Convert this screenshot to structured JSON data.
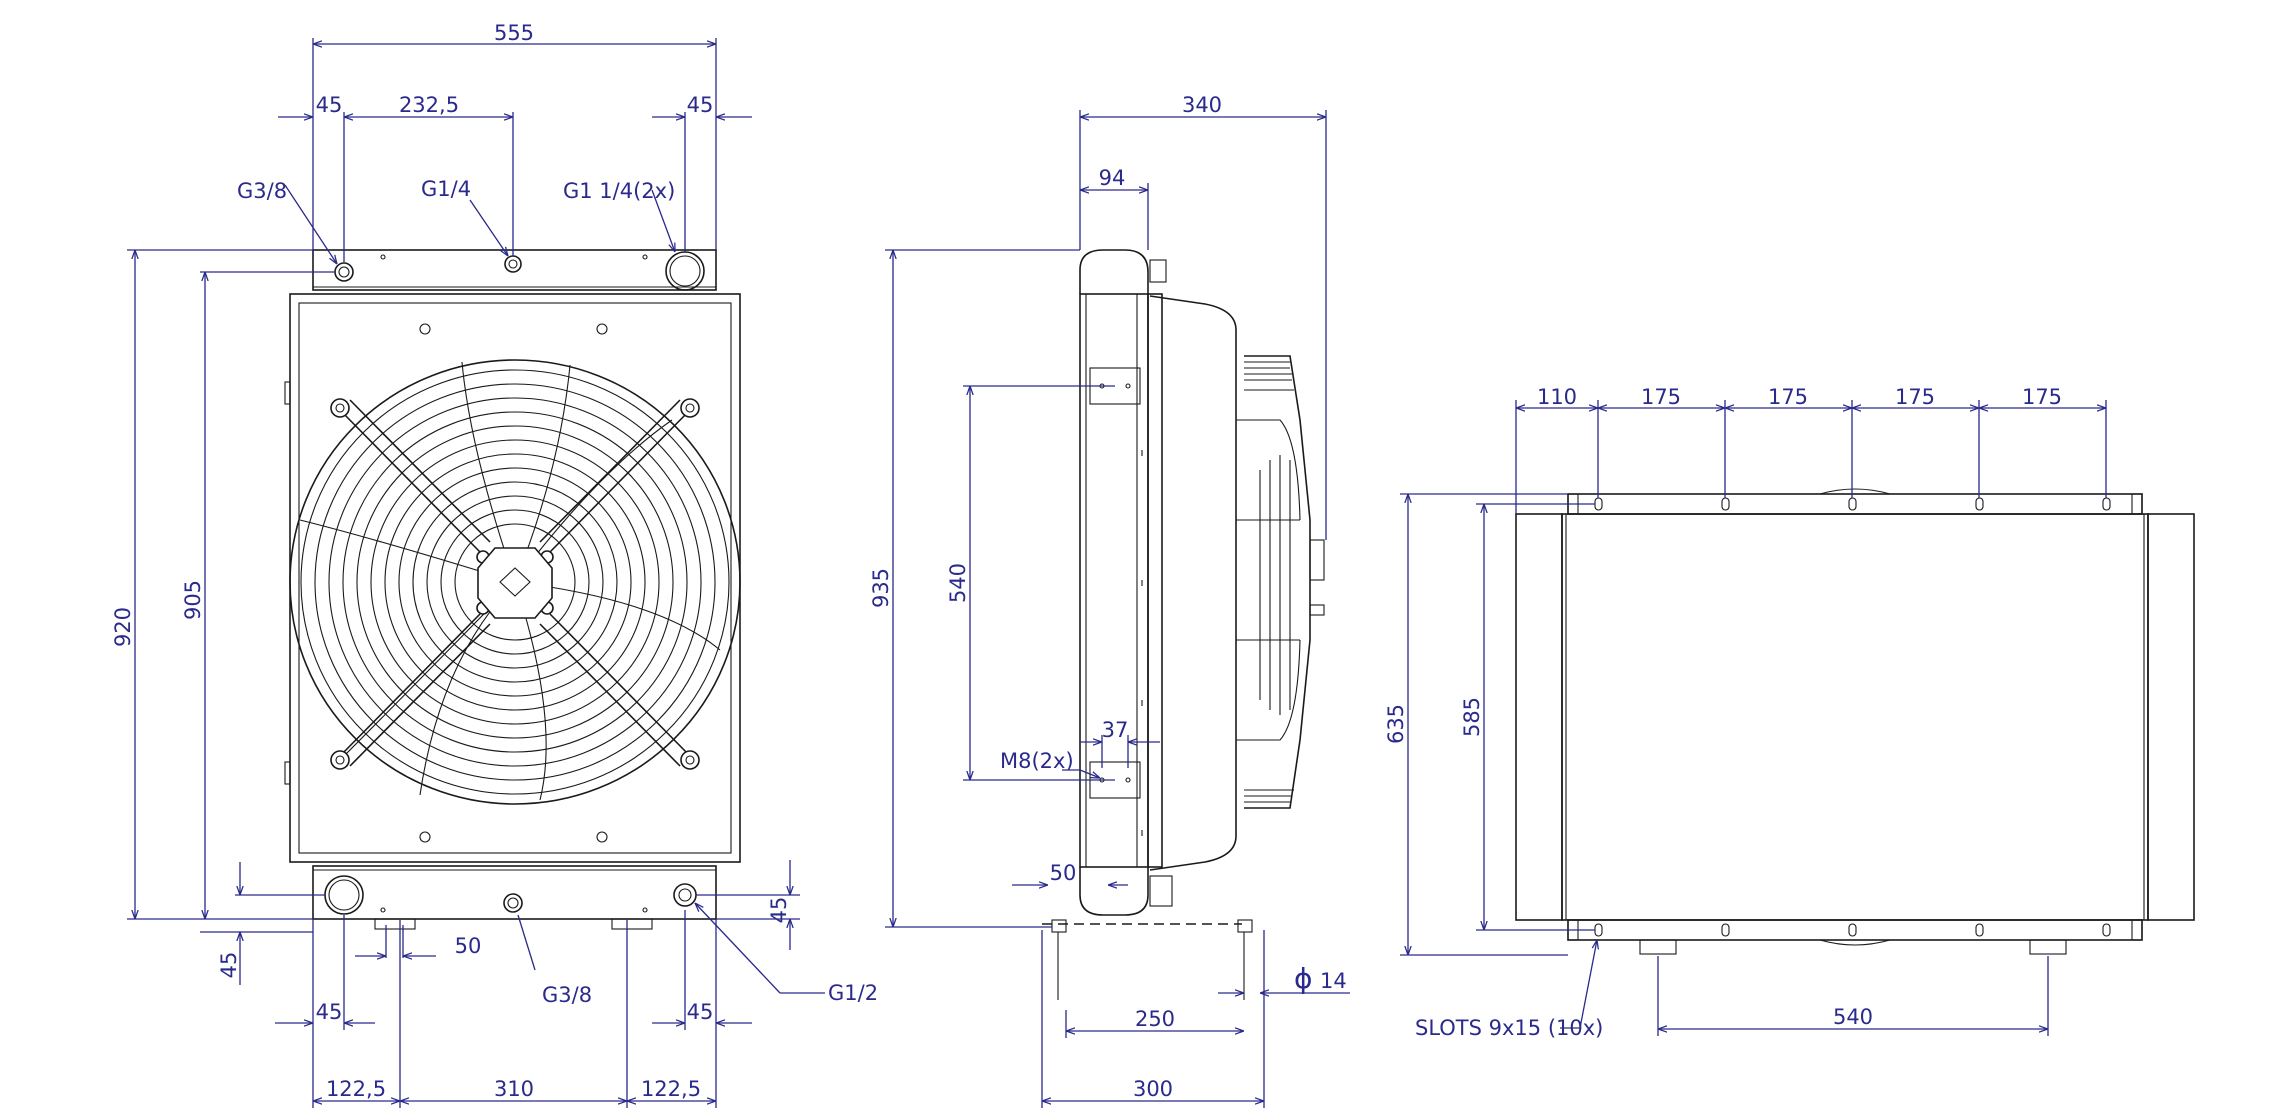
{
  "colors": {
    "dimension": "#2a2a8c",
    "outline": "#1a1a1a",
    "background": "#ffffff"
  },
  "front_view": {
    "width_overall": "555",
    "left_offset": "45",
    "connection_spacing": "232,5",
    "right_offset": "45",
    "label_g38_top": "G3/8",
    "label_g14": "G1/4",
    "label_g114": "G1 1/4(2x)",
    "height_overall": "920",
    "height_connections": "905",
    "bottom_left_offset": "45",
    "bottom_right_offset": "45",
    "bottom_left_inset": "45",
    "bottom_right_inset": "45",
    "bottom_slot_width": "50",
    "label_g38_bottom": "G3/8",
    "label_g12": "G1/2",
    "foot_left": "122,5",
    "foot_middle": "310",
    "foot_right": "122,5"
  },
  "side_view": {
    "depth_overall": "340",
    "depth_tank": "94",
    "height_overall": "935",
    "mount_spacing": "540",
    "mount_width": "37",
    "label_m8": "M8(2x)",
    "foot_offset": "50",
    "hole_symbol": "ϕ",
    "hole_diameter": "14",
    "foot_spacing": "250",
    "foot_overall": "300"
  },
  "bottom_view": {
    "slot_first": "110",
    "slot_pitch_1": "175",
    "slot_pitch_2": "175",
    "slot_pitch_3": "175",
    "slot_pitch_4": "175",
    "height_outer": "635",
    "height_inner": "585",
    "label_slots": "SLOTS 9x15 (10x)",
    "foot_spacing": "540"
  }
}
